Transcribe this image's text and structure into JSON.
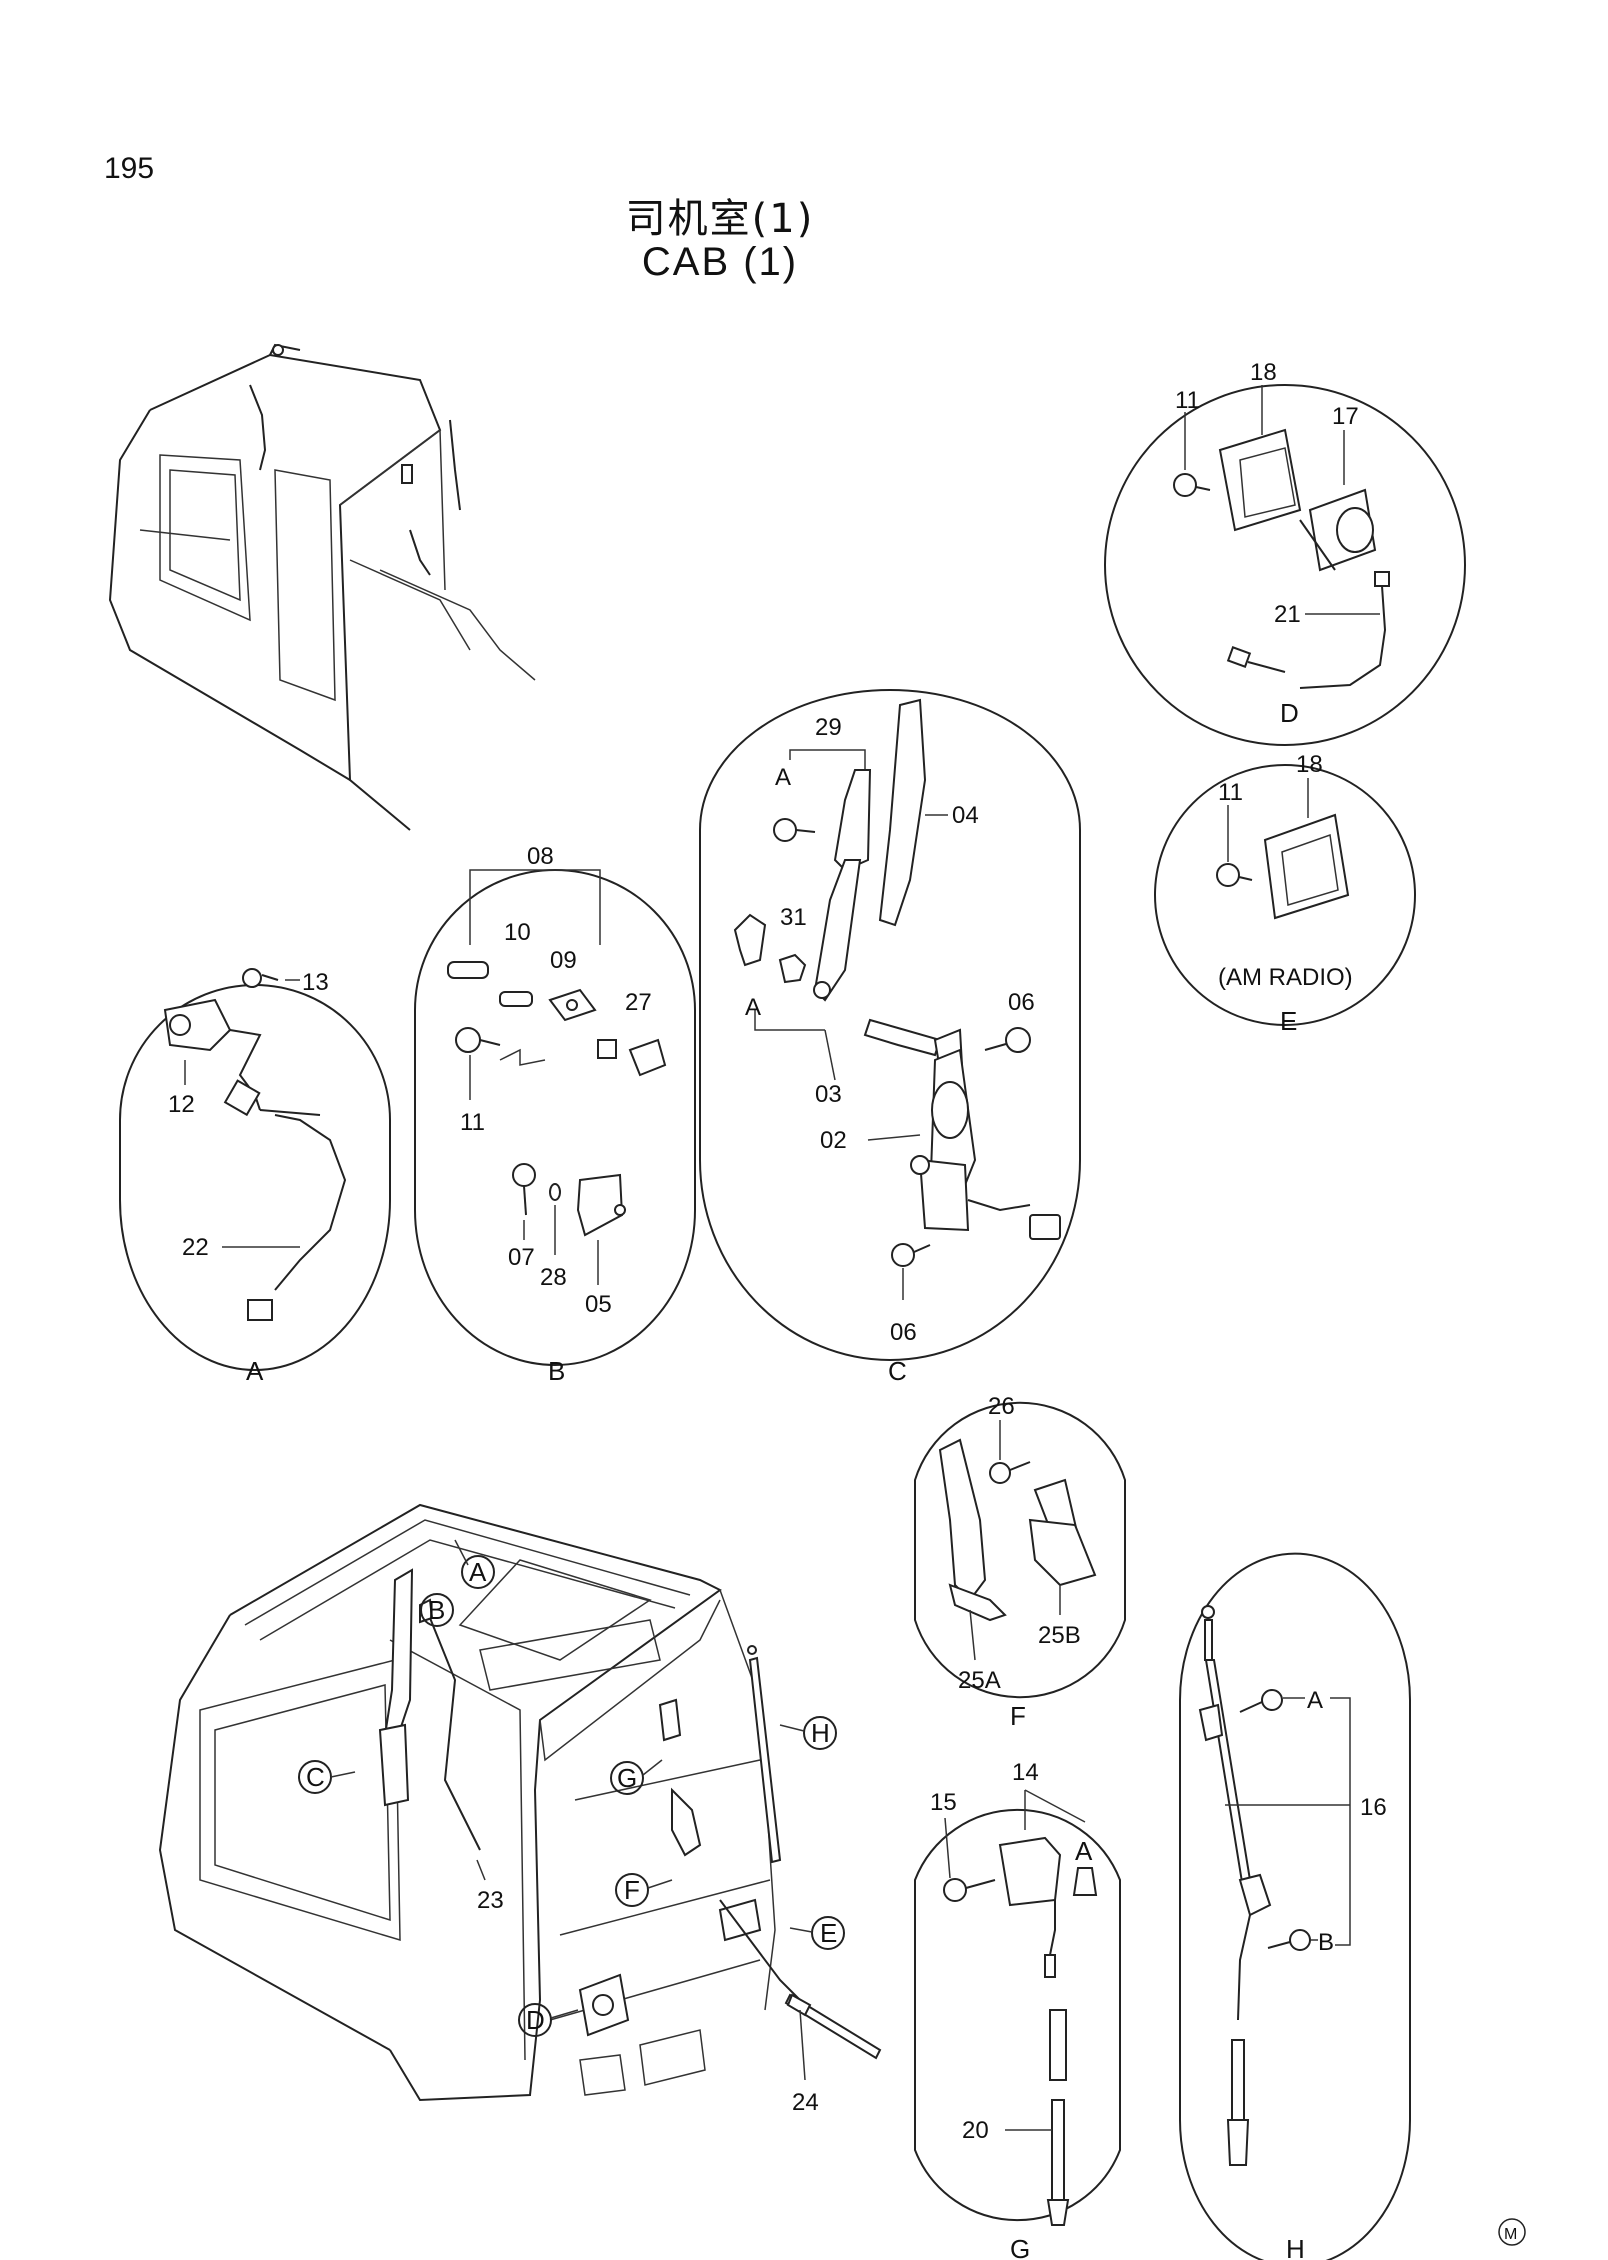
{
  "page_number": "195",
  "title_cn": "司机室(1)",
  "title_en": "CAB (1)",
  "mark": "M",
  "panels": {
    "A": {
      "label": "A",
      "parts": [
        "13",
        "12",
        "22"
      ]
    },
    "B": {
      "label": "B",
      "parts": [
        "08",
        "10",
        "09",
        "27",
        "11",
        "07",
        "28",
        "05"
      ]
    },
    "C": {
      "label": "C",
      "parts": [
        "29",
        "A",
        "04",
        "31",
        "A",
        "06",
        "03",
        "02",
        "06"
      ]
    },
    "D": {
      "label": "D",
      "parts": [
        "11",
        "18",
        "17",
        "21"
      ]
    },
    "E": {
      "label": "E",
      "parts": [
        "11",
        "18"
      ],
      "note": "(AM RADIO)"
    },
    "F": {
      "label": "F",
      "parts": [
        "26",
        "25B",
        "25A"
      ]
    },
    "G": {
      "label": "G",
      "parts": [
        "14",
        "15",
        "A",
        "20"
      ]
    },
    "H": {
      "label": "H",
      "parts": [
        "A",
        "16",
        "B"
      ]
    }
  },
  "overview_callouts": [
    "A",
    "B",
    "C",
    "G",
    "H",
    "F",
    "D",
    "E"
  ],
  "overview_parts": [
    "23",
    "24"
  ]
}
